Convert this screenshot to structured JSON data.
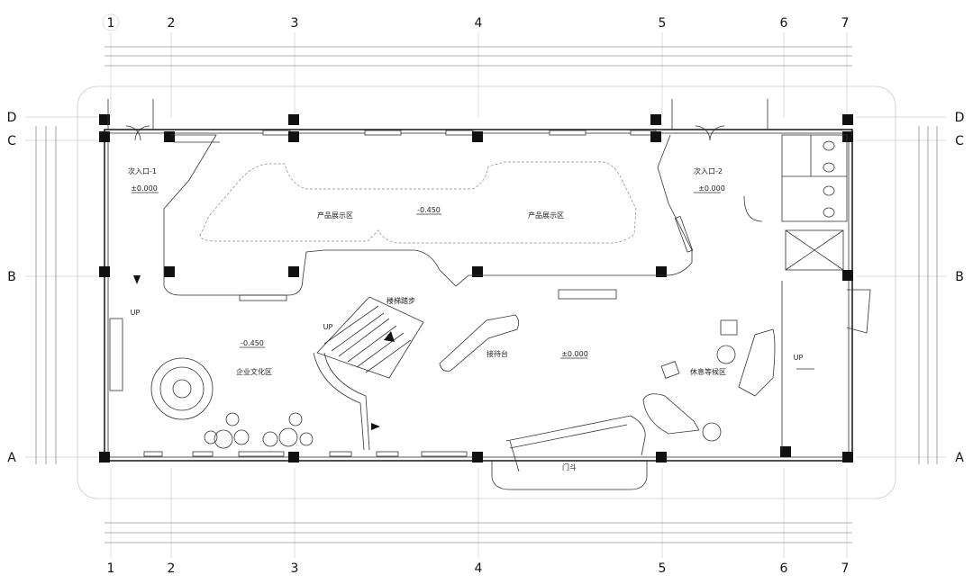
{
  "grid_columns": [
    "1",
    "2",
    "3",
    "4",
    "5",
    "6",
    "7"
  ],
  "grid_rows": [
    "D",
    "C",
    "B",
    "A"
  ],
  "rooms": [
    {
      "id": "product-zone-left",
      "label": "产品展示区"
    },
    {
      "id": "product-zone-right",
      "label": "产品展示区"
    },
    {
      "id": "culture-zone",
      "label": "企业文化区"
    },
    {
      "id": "rest-zone",
      "label": "休息等候区"
    },
    {
      "id": "entrance-1",
      "label": "次入口-1"
    },
    {
      "id": "entrance-2",
      "label": "次入口-2"
    },
    {
      "id": "front-desk",
      "label": "接待台"
    },
    {
      "id": "stair",
      "label": "楼梯踏步"
    },
    {
      "id": "main-door",
      "label": "门斗"
    }
  ],
  "levels": [
    {
      "id": "lvl-entrance-1",
      "value": "±0.000"
    },
    {
      "id": "lvl-entrance-2",
      "value": "±0.000"
    },
    {
      "id": "lvl-product",
      "value": "-0.450"
    },
    {
      "id": "lvl-culture",
      "value": "-0.450"
    },
    {
      "id": "lvl-center",
      "value": "±0.000"
    }
  ],
  "markers": {
    "up1": "UP",
    "up2": "UP",
    "up3": "UP"
  }
}
